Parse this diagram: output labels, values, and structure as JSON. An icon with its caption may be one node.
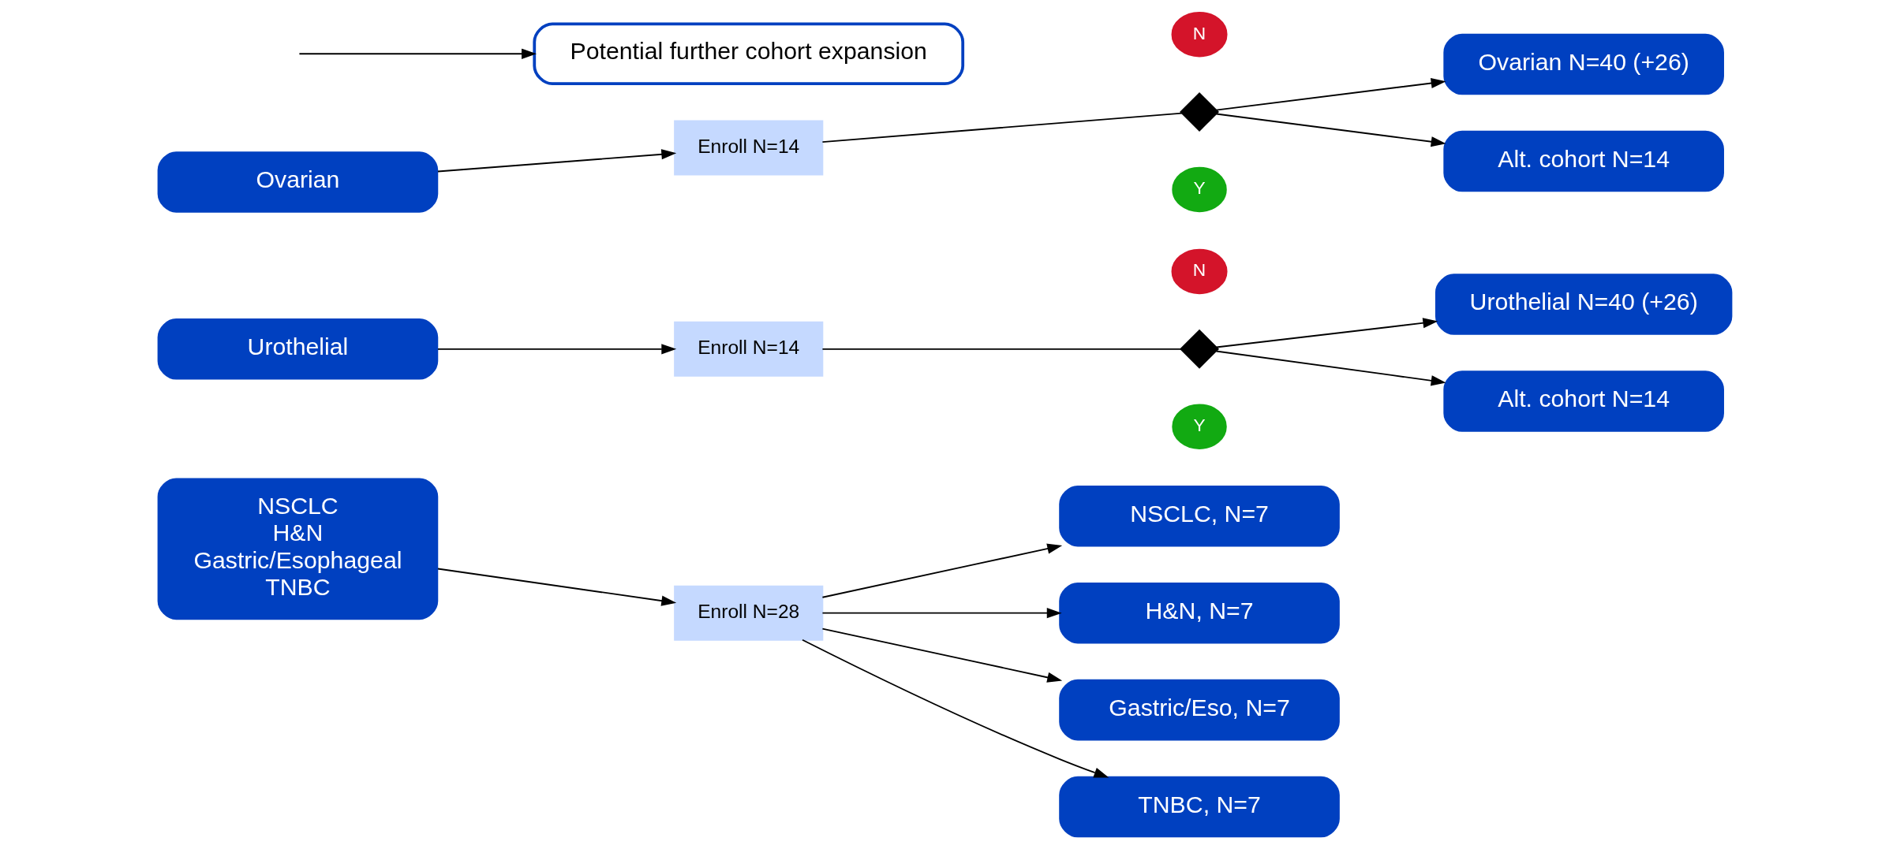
{
  "diagram": {
    "nodes": [
      {
        "text": [
          "Ovarian"
        ]
      },
      {
        "text": [
          "Enroll N=14"
        ]
      },
      {
        "text": [],
        "shape": "diamond"
      },
      {
        "text": [
          "Y"
        ]
      },
      {
        "text": [
          "N"
        ]
      },
      {
        "text": [
          "Ovarian N=40 (+26)"
        ]
      },
      {
        "text": [
          "Alt. cohort N=14"
        ]
      },
      {
        "text": [
          "Urothelial"
        ]
      },
      {
        "text": [
          "Enroll N=14"
        ]
      },
      {
        "text": [],
        "shape": "diamond"
      },
      {
        "text": [
          "Y"
        ]
      },
      {
        "text": [
          "N"
        ]
      },
      {
        "text": [
          "Urothelial N=40 (+26)"
        ]
      },
      {
        "text": [
          "Alt. cohort N=14"
        ]
      },
      {
        "text": [
          "NSCLC",
          "H&N",
          "Gastric/Esophageal",
          "TNBC"
        ]
      },
      {
        "text": [
          "Enroll N=28"
        ]
      },
      {
        "text": [
          "NSCLC, N=7"
        ]
      },
      {
        "text": [
          "H&N, N=7"
        ]
      },
      {
        "text": [
          "Gastric/Eso, N=7"
        ]
      },
      {
        "text": [
          "TNBC, N=7"
        ]
      },
      {
        "text": [
          "Potential further cohort expansion"
        ]
      }
    ],
    "edges": [
      {
        "from": 0,
        "to": 1,
        "arrow": "to"
      },
      {
        "from": 1,
        "to": 2,
        "arrow": "none"
      },
      {
        "from": 2,
        "to": 5,
        "arrow": "to"
      },
      {
        "from": 2,
        "to": 6,
        "arrow": "to"
      },
      {
        "from": 7,
        "to": 8,
        "arrow": "to"
      },
      {
        "from": 8,
        "to": 9,
        "arrow": "none"
      },
      {
        "from": 9,
        "to": 12,
        "arrow": "to"
      },
      {
        "from": 9,
        "to": 13,
        "arrow": "to"
      },
      {
        "from": 14,
        "to": 15,
        "arrow": "to"
      },
      {
        "from": 15,
        "to": 16,
        "arrow": "to"
      },
      {
        "from": 15,
        "to": 17,
        "arrow": "to"
      },
      {
        "from": 15,
        "to": 18,
        "arrow": "to"
      },
      {
        "from": 15,
        "to": 19,
        "arrow": "to"
      },
      {
        "from": null,
        "to": 20,
        "arrow": "to"
      }
    ]
  }
}
